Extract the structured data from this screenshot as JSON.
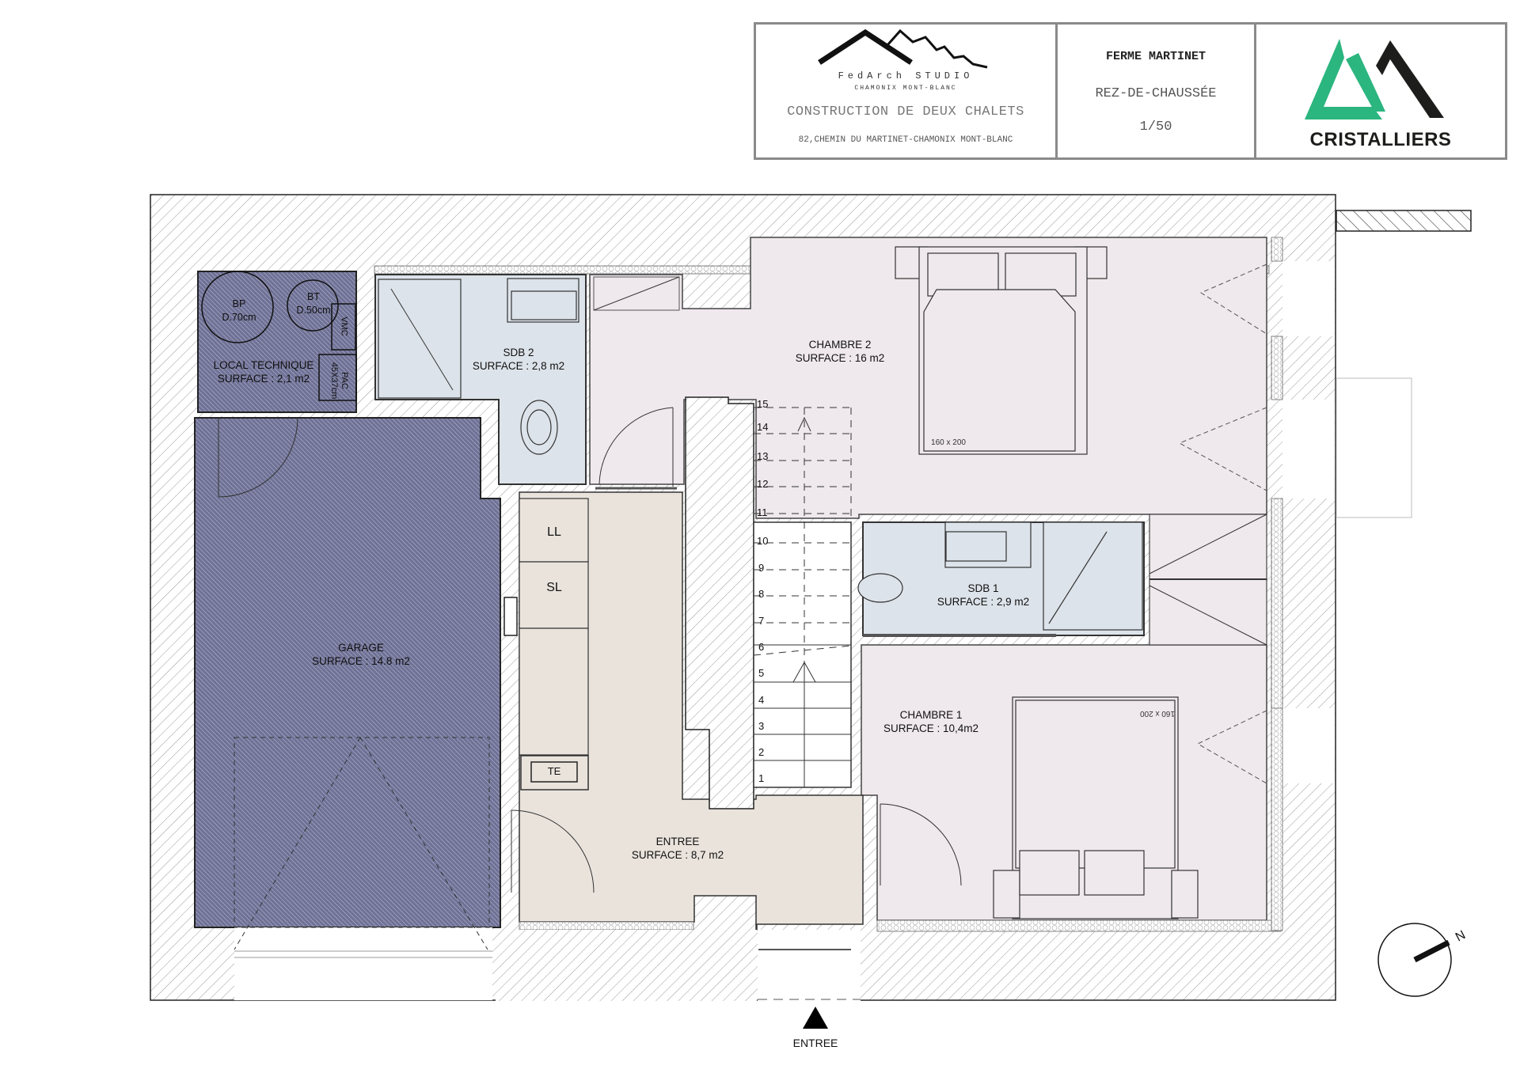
{
  "title_block": {
    "studio": {
      "name": "FedArch STUDIO",
      "location": "CHAMONIX MONT-BLANC",
      "logo_icon": "mountain-roof-logo-icon"
    },
    "project_title": "CONSTRUCTION DE DEUX CHALETS",
    "address": "82,CHEMIN DU MARTINET-CHAMONIX MONT-BLANC",
    "project_name": "FERME MARTINET",
    "level": "REZ-DE-CHAUSSÉE",
    "scale": "1/50",
    "client": {
      "name": "CRISTALLIERS",
      "logo_icon": "cristalliers-triangles-logo-icon",
      "accent_color": "#2bb57f",
      "dark_color": "#1d1d1b"
    }
  },
  "plan": {
    "colors": {
      "technical": "#6f7196",
      "bathroom": "#dde3ea",
      "bedroom": "#efe8ec",
      "entry": "#e9e3dc",
      "wall_hatch": "#9a9a9a",
      "line": "#222222"
    },
    "rooms": [
      {
        "id": "local-technique",
        "name": "LOCAL TECHNIQUE",
        "surface": "SURFACE : 2,1 m2"
      },
      {
        "id": "garage",
        "name": "GARAGE",
        "surface": "SURFACE : 14.8 m2"
      },
      {
        "id": "sdb2",
        "name": "SDB 2",
        "surface": "SURFACE : 2,8 m2"
      },
      {
        "id": "chambre2",
        "name": "CHAMBRE 2",
        "surface": "SURFACE : 16 m2"
      },
      {
        "id": "sdb1",
        "name": "SDB 1",
        "surface": "SURFACE : 2,9 m2"
      },
      {
        "id": "chambre1",
        "name": "CHAMBRE 1",
        "surface": "SURFACE : 10,4m2"
      },
      {
        "id": "entree",
        "name": "ENTREE",
        "surface": "SURFACE : 8,7 m2"
      }
    ],
    "equipment": {
      "bp": {
        "name": "BP",
        "size": "D.70cm"
      },
      "bt": {
        "name": "BT",
        "size": "D.50cm"
      },
      "vmc": "VMC",
      "pac": {
        "name": "PAC",
        "size": "45X37cm"
      },
      "ll": "LL",
      "sl": "SL",
      "te": "TE"
    },
    "beds": [
      {
        "room": "chambre2",
        "size": "160 x 200"
      },
      {
        "room": "chambre1",
        "size": "160 x 200"
      }
    ],
    "stairs": {
      "steps": [
        "1",
        "2",
        "3",
        "4",
        "5",
        "6",
        "7",
        "8",
        "9",
        "10",
        "11",
        "12",
        "13",
        "14",
        "15"
      ]
    },
    "entrance_marker": {
      "label": "ENTREE",
      "icon": "entrance-arrow-icon"
    },
    "north_arrow": {
      "label": "N",
      "icon": "north-arrow-icon"
    }
  }
}
